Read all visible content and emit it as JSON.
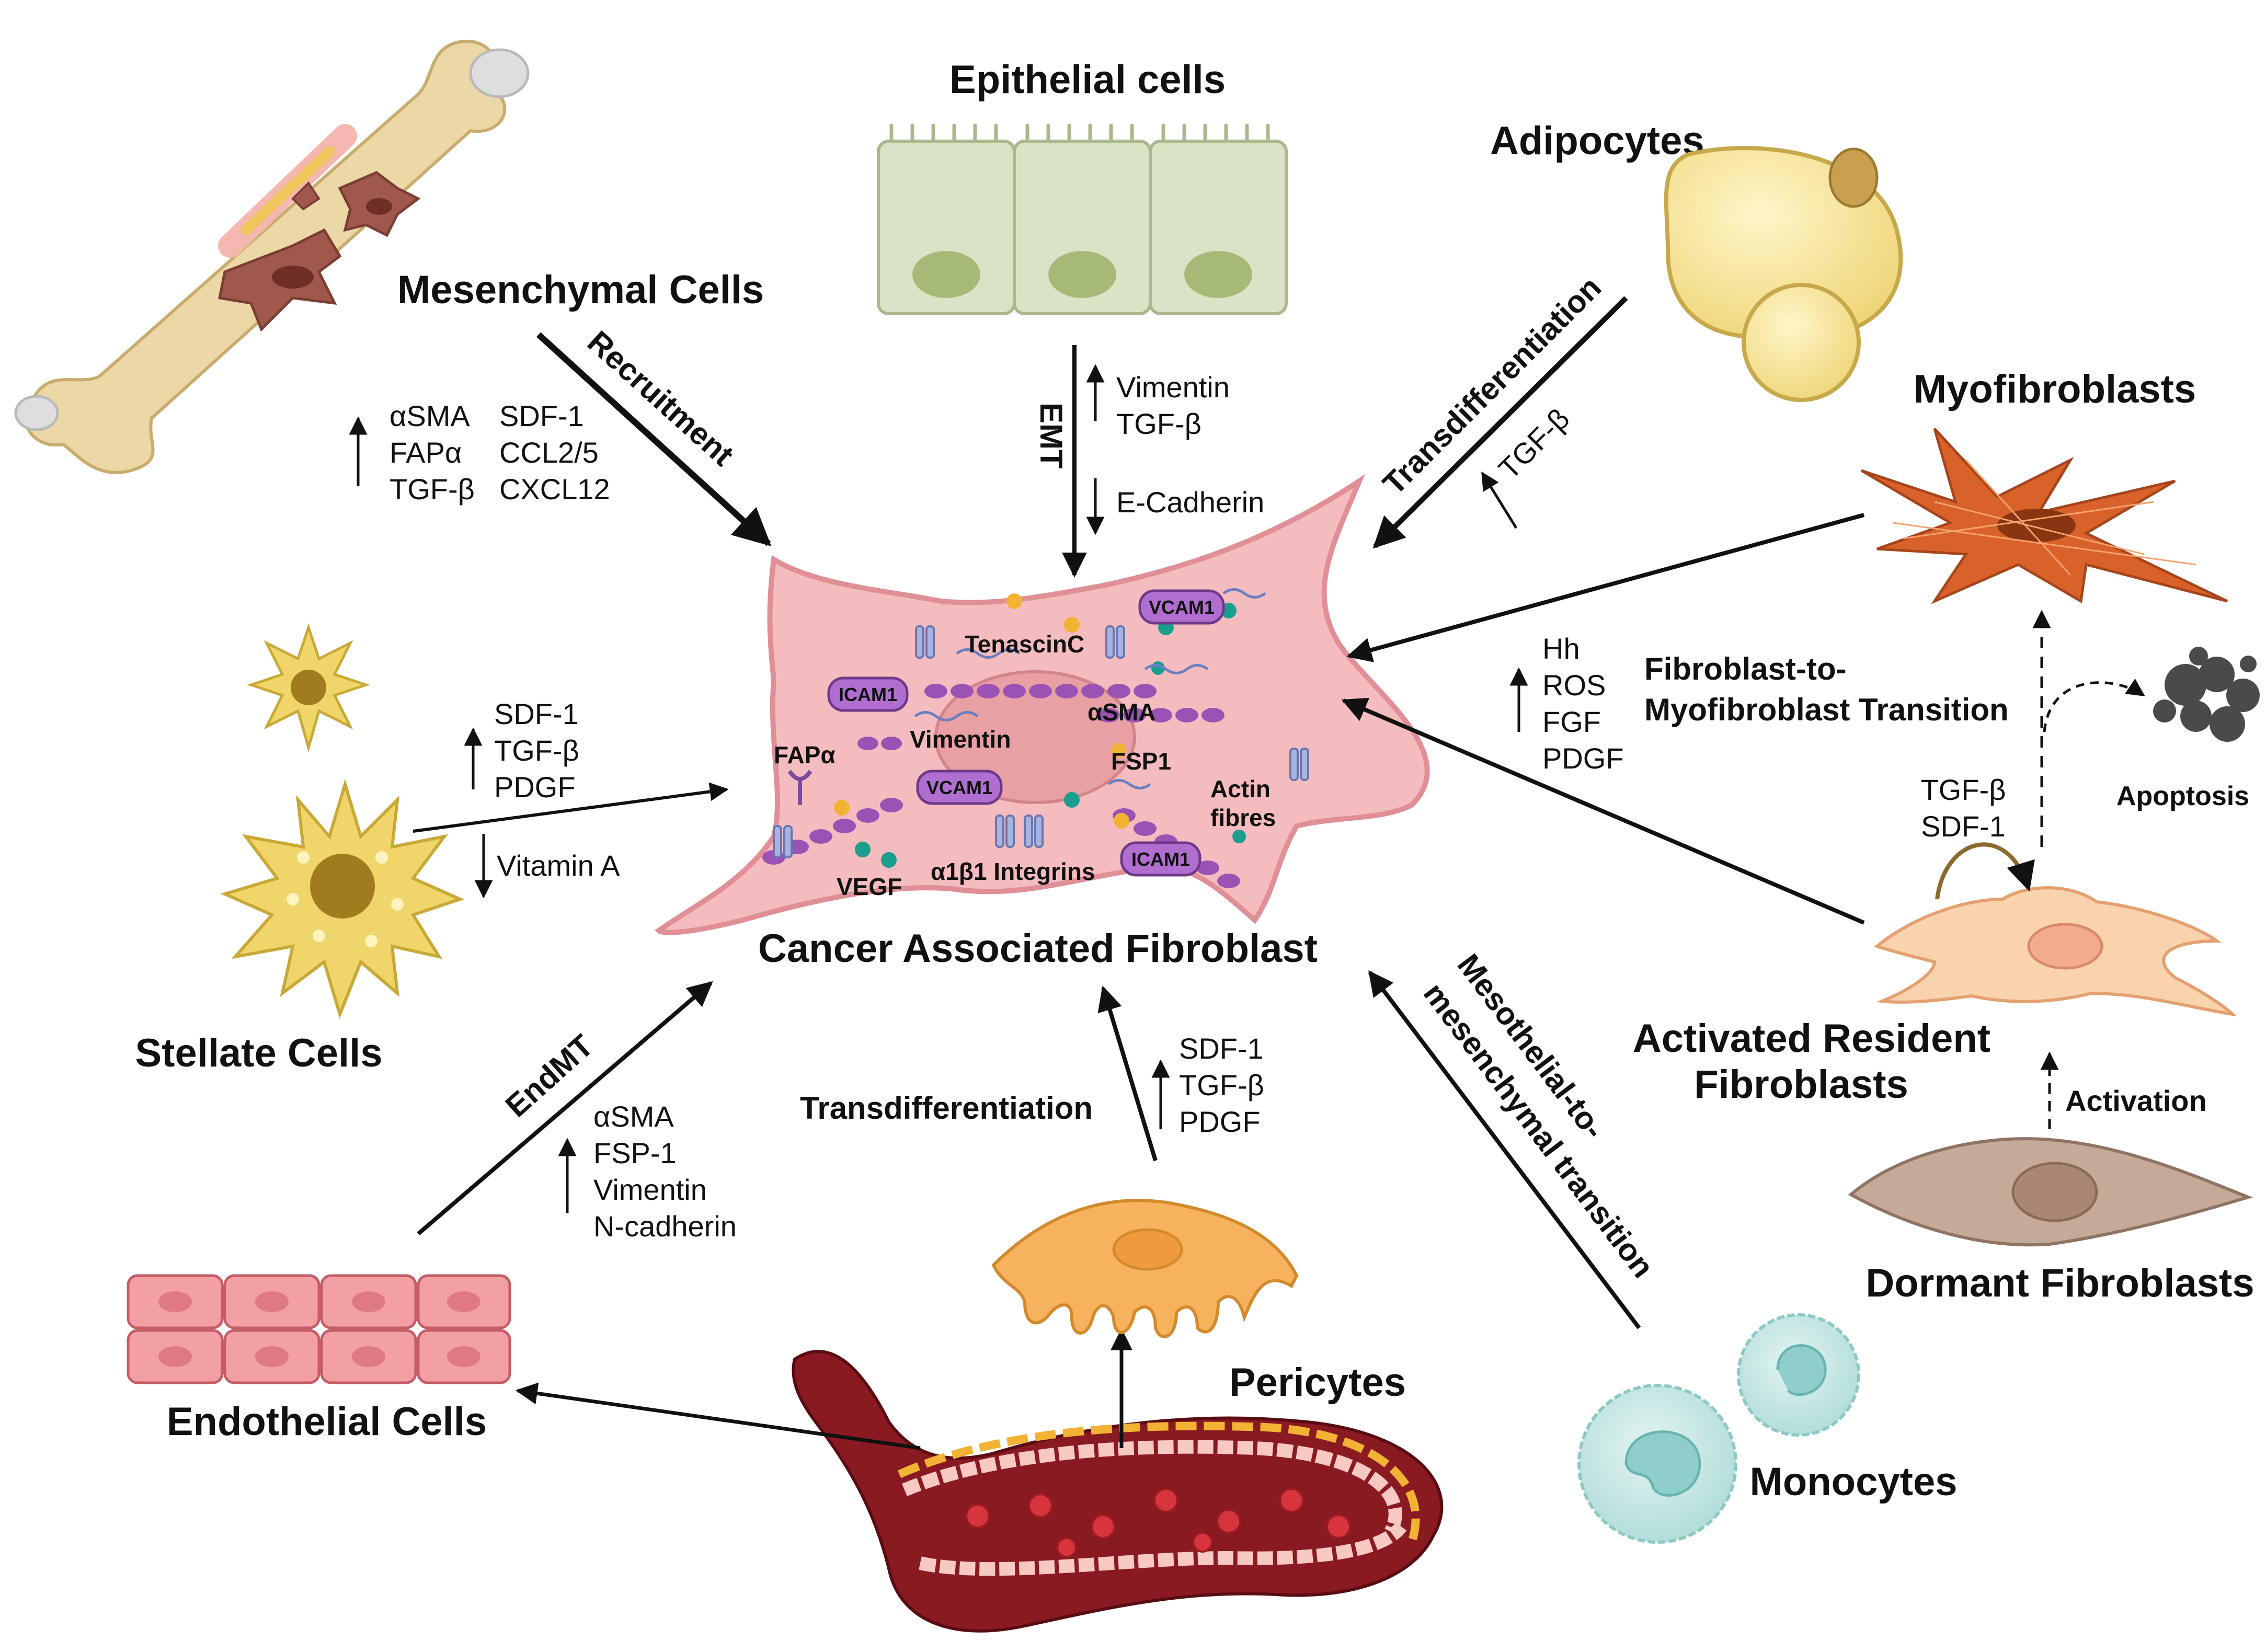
{
  "center": {
    "title": "Cancer Associated Fibroblast",
    "molecules": {
      "tenascin": "TenascinC",
      "vimentin": "Vimentin",
      "asma": "αSMA",
      "fsp1": "FSP1",
      "fapa": "FAPα",
      "actin1": "Actin",
      "actin2": "fibres",
      "vegf": "VEGF",
      "integrins": "α1β1 Integrins",
      "vcam1": "VCAM1",
      "icam1": "ICAM1"
    }
  },
  "sources": {
    "mesenchymal": "Mesenchymal Cells",
    "epithelial": "Epithelial cells",
    "adipocytes": "Adipocytes",
    "myofibroblasts": "Myofibroblasts",
    "stellate": "Stellate Cells",
    "activated1": "Activated Resident",
    "activated2": "Fibroblasts",
    "dormant": "Dormant Fibroblasts",
    "endothelial": "Endothelial Cells",
    "pericytes": "Pericytes",
    "monocytes": "Monocytes",
    "apoptosis": "Apoptosis"
  },
  "processes": {
    "recruitment": "Recruitment",
    "emt": "EMT",
    "transdiff_adipo": "Transdifferentiation",
    "fmt1": "Fibroblast-to-",
    "fmt2": "Myofibroblast Transition",
    "endmt": "EndMT",
    "transdiff_peri": "Transdifferentiation",
    "mmt1": "Mesothelial-to-",
    "mmt2": "mesenchymal transition",
    "activation": "Activation"
  },
  "markers": {
    "mesenchymal_col1": [
      "αSMA",
      "FAPα",
      "TGF-β"
    ],
    "mesenchymal_col2": [
      "SDF-1",
      "CCL2/5",
      "CXCL12"
    ],
    "epithelial_up": [
      "Vimentin",
      "TGF-β"
    ],
    "epithelial_down": [
      "E-Cadherin"
    ],
    "adipocytes_up": [
      "TGF-β"
    ],
    "stellate_up": [
      "SDF-1",
      "TGF-β",
      "PDGF"
    ],
    "stellate_down": [
      "Vitamin A"
    ],
    "myofibroblast_up": [
      "Hh",
      "ROS",
      "FGF",
      "PDGF"
    ],
    "activated_up": [
      "TGF-β",
      "SDF-1"
    ],
    "endothelial_up": [
      "αSMA",
      "FSP-1",
      "Vimentin",
      "N-cadherin"
    ],
    "pericytes_up": [
      "SDF-1",
      "TGF-β",
      "PDGF"
    ]
  },
  "colors": {
    "caf_body": "#f4bcbf",
    "caf_border": "#e08f96",
    "arrow": "#111111",
    "molecule_purple": "#9b52b5",
    "badge_fill": "#b06fd0",
    "myofibroblast": "#d9622b",
    "bone": "#ecd7a6",
    "stellate": "#f0d56a",
    "pericyte": "#f6b25c",
    "monocyte": "#bfe4e2",
    "epithelial": "#d9e4c6",
    "endothelial": "#f3a0a4",
    "dormant": "#c6aa98",
    "vessel": "#8a1a22"
  }
}
